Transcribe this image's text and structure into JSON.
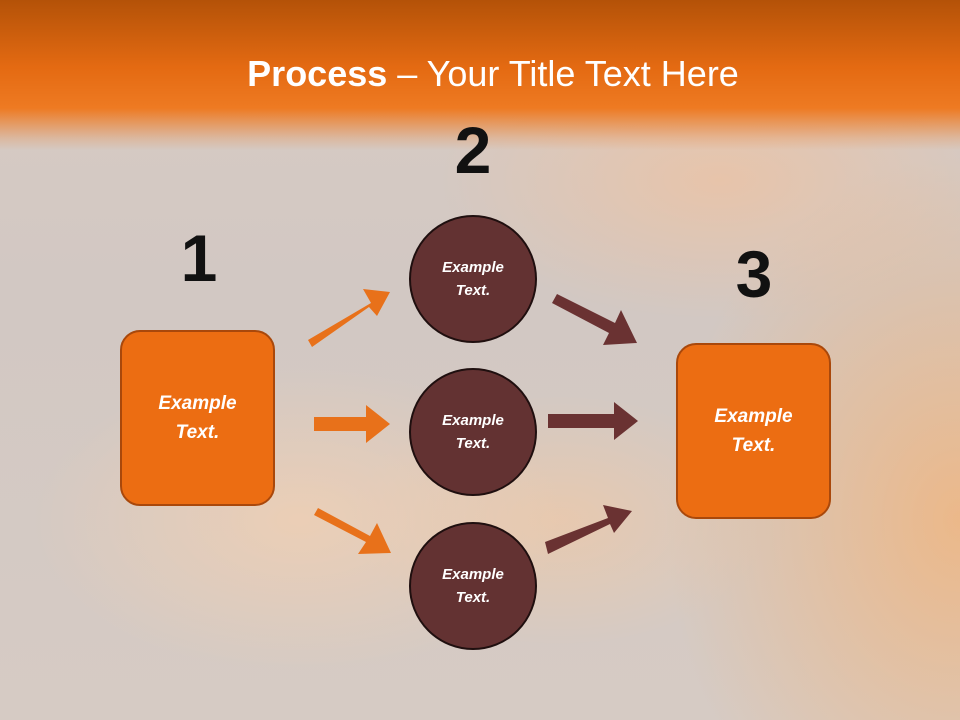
{
  "title": {
    "bold": "Process",
    "rest": " – Your Title Text Here"
  },
  "steps": [
    {
      "number": "1",
      "label": "Example\nText."
    },
    {
      "number": "2",
      "items": [
        "Example\nText.",
        "Example\nText.",
        "Example\nText."
      ]
    },
    {
      "number": "3",
      "label": "Example\nText."
    }
  ],
  "colors": {
    "header": "#e46a12",
    "box": "#ec6d12",
    "circle": "#633232",
    "arrow_orange": "#e8711a",
    "arrow_brown": "#6a3232"
  }
}
